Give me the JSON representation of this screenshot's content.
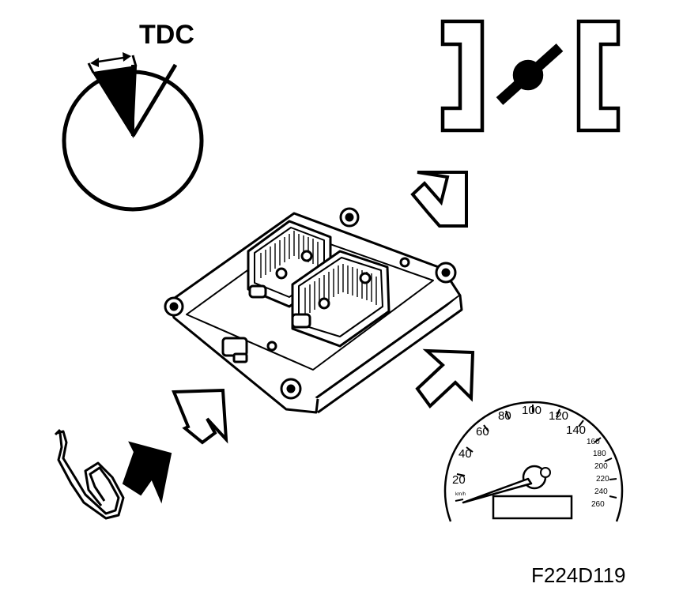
{
  "labels": {
    "tdc": "TDC",
    "figure_id": "F224D119"
  },
  "speedometer": {
    "unit": "km/h",
    "major_ticks": [
      "20",
      "40",
      "60",
      "80",
      "100",
      "120",
      "140"
    ],
    "minor_ticks": [
      "160",
      "180",
      "200",
      "220",
      "240",
      "260"
    ]
  },
  "icons": [
    "crank-timing-icon",
    "throttle-valve-icon",
    "ecu-module-icon",
    "input-arrow-icon",
    "knock-sensor-icon",
    "speedometer-icon"
  ]
}
